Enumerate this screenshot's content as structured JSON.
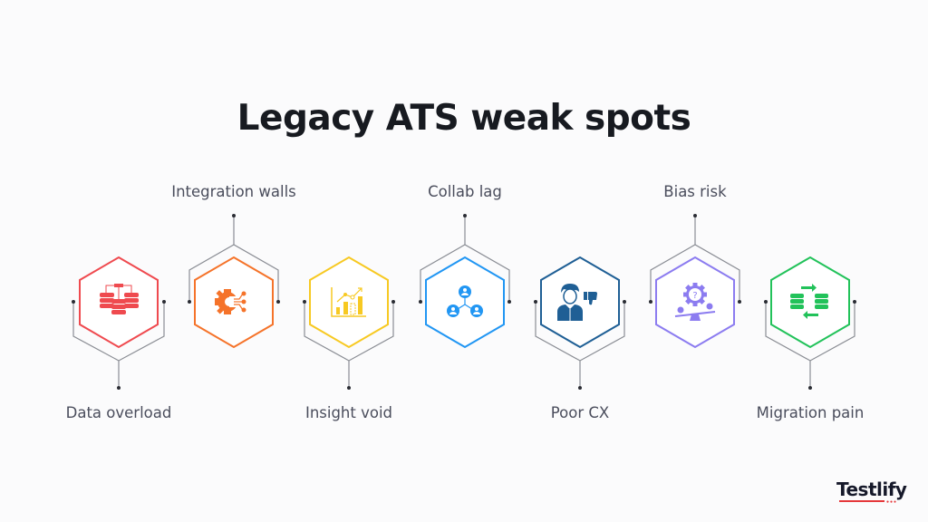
{
  "title": "Legacy ATS weak spots",
  "items": [
    {
      "label": "Data overload",
      "position": "bottom",
      "color": "#ef4a4f",
      "icon": "database-cluster-icon"
    },
    {
      "label": "Integration walls",
      "position": "top",
      "color": "#f5732a",
      "icon": "gear-circuit-icon"
    },
    {
      "label": "Insight void",
      "position": "bottom",
      "color": "#f7c922",
      "icon": "bar-chart-growth-icon"
    },
    {
      "label": "Collab lag",
      "position": "top",
      "color": "#2196f3",
      "icon": "team-network-icon"
    },
    {
      "label": "Poor CX",
      "position": "bottom",
      "color": "#1f5f95",
      "icon": "unhappy-candidate-thumbs-down-icon"
    },
    {
      "label": "Bias risk",
      "position": "top",
      "color": "#8c7cf0",
      "icon": "gear-question-balance-icon"
    },
    {
      "label": "Migration pain",
      "position": "bottom",
      "color": "#22c25a",
      "icon": "database-transfer-icon"
    }
  ],
  "brand": {
    "name": "Testlify",
    "accent": "#e5383b"
  },
  "colors": {
    "connector": "#8a8d94",
    "title": "#171a20",
    "label": "#4a4d5c"
  }
}
